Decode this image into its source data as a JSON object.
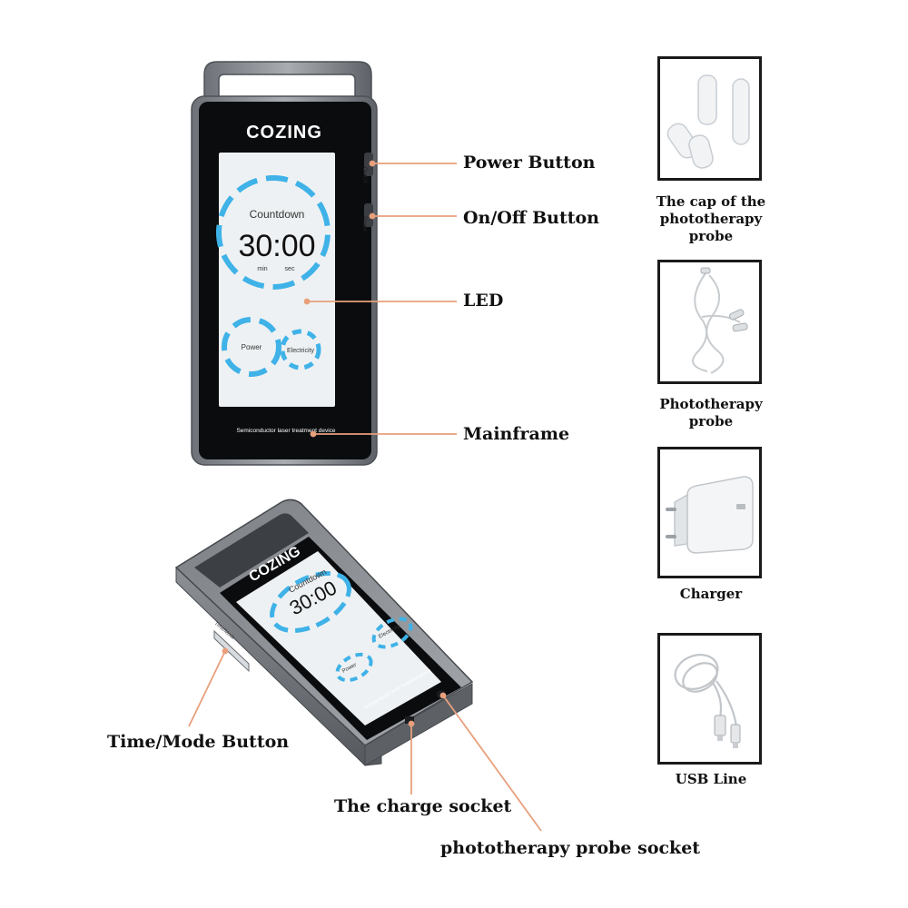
{
  "device": {
    "brand": "COZING",
    "screen_title": "Countdown",
    "countdown": "30:00",
    "unit_min": "min",
    "unit_sec": "sec",
    "power_label": "Power",
    "electricity_label": "Electricity",
    "footer_text": "Semiconductor laser treatment device",
    "side_label_top": "On/Off",
    "side_label_bottom": "Power",
    "side_label_3d": "Time/Mode"
  },
  "callouts": {
    "power_button": "Power Button",
    "onoff_button": "On/Off Button",
    "led": "LED",
    "mainframe": "Mainframe",
    "time_mode_button": "Time/Mode Button",
    "charge_socket": "The charge socket",
    "probe_socket": "phototherapy probe socket"
  },
  "accessories": [
    {
      "caption_line1": "The cap of the",
      "caption_line2": "phototherapy probe",
      "icon": "probe-cap-icon"
    },
    {
      "caption": "Phototherapy probe",
      "icon": "probe-cable-icon"
    },
    {
      "caption": "Charger",
      "icon": "charger-icon"
    },
    {
      "caption": "USB Line",
      "icon": "usb-cable-icon"
    }
  ],
  "colors": {
    "accent_blue": "#3fb2e8",
    "leader_line": "#e8a07c",
    "device_frame": "#8d9197",
    "screen_bg": "#0b0c0e",
    "display_bg": "#eef1f3"
  }
}
